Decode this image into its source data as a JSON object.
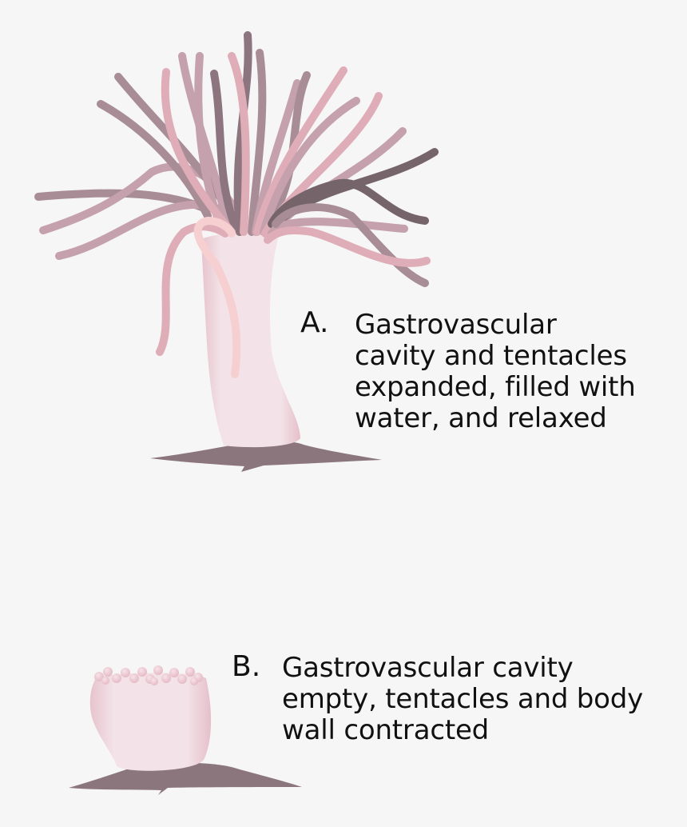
{
  "figure": {
    "panel_a": {
      "letter": "A.",
      "caption_lines": [
        "Gastrovascular",
        "cavity and tentacles",
        "expanded, filled with",
        "water, and relaxed"
      ],
      "subject": "sea anemone expanded"
    },
    "panel_b": {
      "letter": "B.",
      "caption_lines": [
        "Gastrovascular cavity",
        "empty, tentacles and body",
        "wall contracted"
      ],
      "subject": "sea anemone contracted"
    }
  },
  "colors": {
    "background": "#f6f6f6",
    "body": "#f3e3e8",
    "body_edge": "#e6c2cd",
    "tentacle_light": "#dfadb8",
    "tentacle_mid": "#c4a1ac",
    "tentacle_dark": "#8c757e",
    "tentacle_darkest": "#76646b",
    "tentacle_pale": "#f6cfd1",
    "substrate": "#8c767e",
    "text": "#111111"
  }
}
